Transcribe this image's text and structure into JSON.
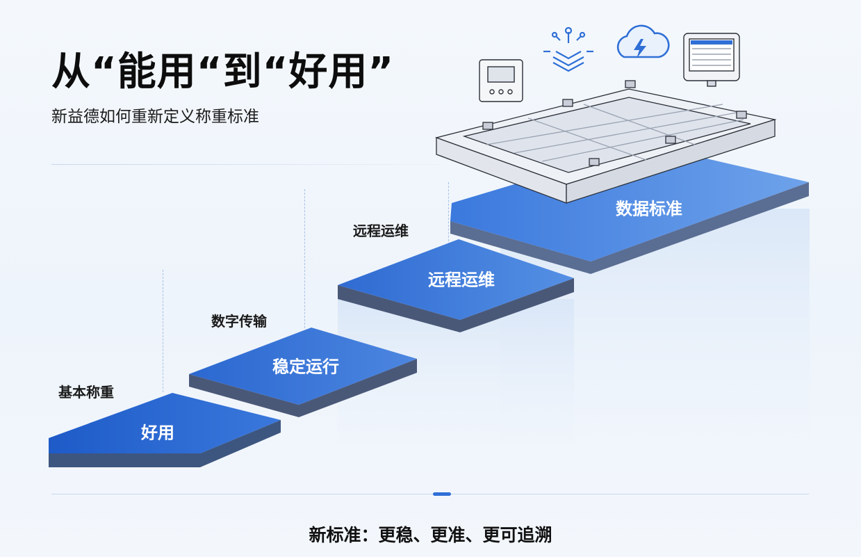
{
  "header": {
    "title": "从“能用“到“好用”",
    "subtitle": "新益德如何重新定义称重标准"
  },
  "steps": [
    {
      "label": "基本称重",
      "text": "好用"
    },
    {
      "label": "数字传输",
      "text": "稳定运行"
    },
    {
      "label": "远程运维",
      "text": "远程运维"
    },
    {
      "label": "",
      "text": "数据标准"
    }
  ],
  "footer": {
    "text": "新标准：更稳、更准、更可追溯"
  },
  "icons": [
    "control-box-icon",
    "data-layers-icon",
    "cloud-lightning-icon",
    "tablet-display-icon",
    "weighing-platform-icon"
  ],
  "colors": {
    "accent": "#2f6fd6",
    "step_top": "#3b79dd",
    "step_side": "#4c5d7e"
  }
}
